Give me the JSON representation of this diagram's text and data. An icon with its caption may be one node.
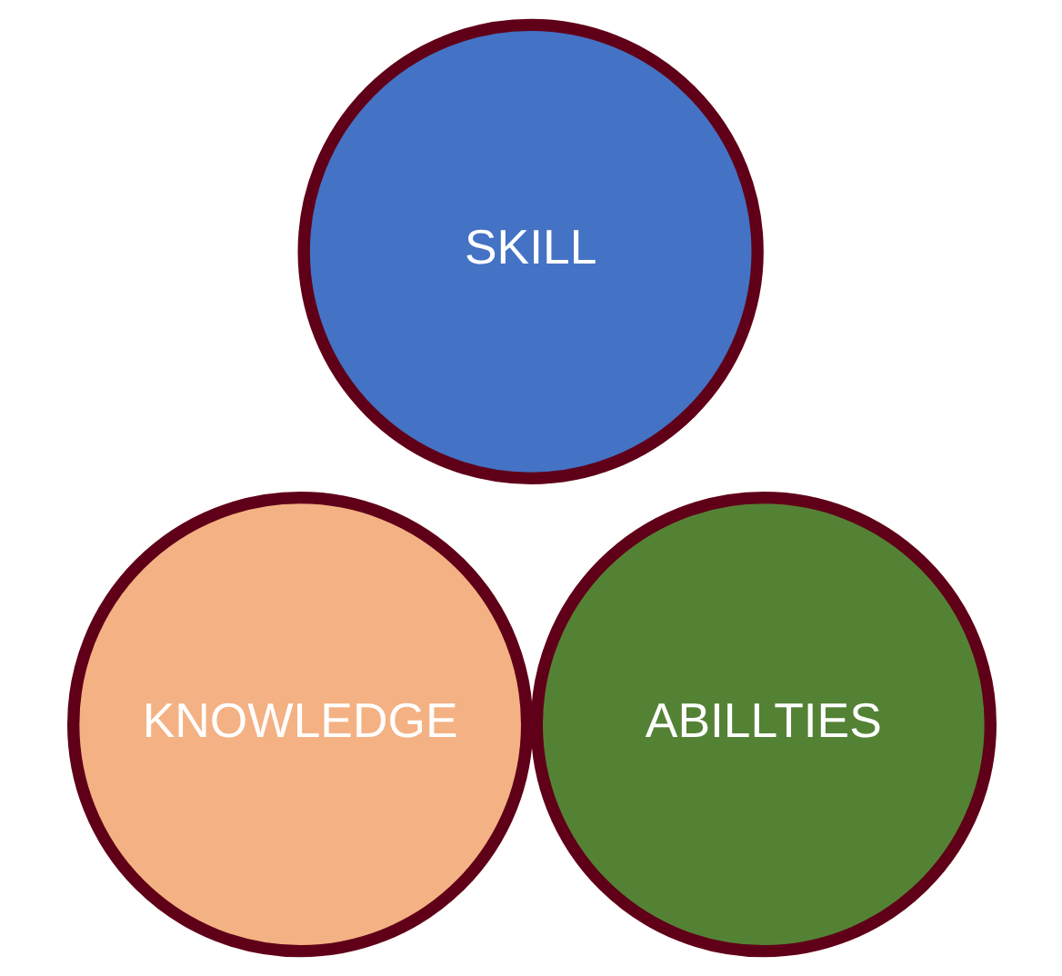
{
  "diagram": {
    "nodes": [
      {
        "text": [
          "SKILL"
        ]
      },
      {
        "text": [
          "KNOWLEDGE"
        ]
      },
      {
        "text": [
          "ABILLTIES"
        ]
      }
    ]
  }
}
